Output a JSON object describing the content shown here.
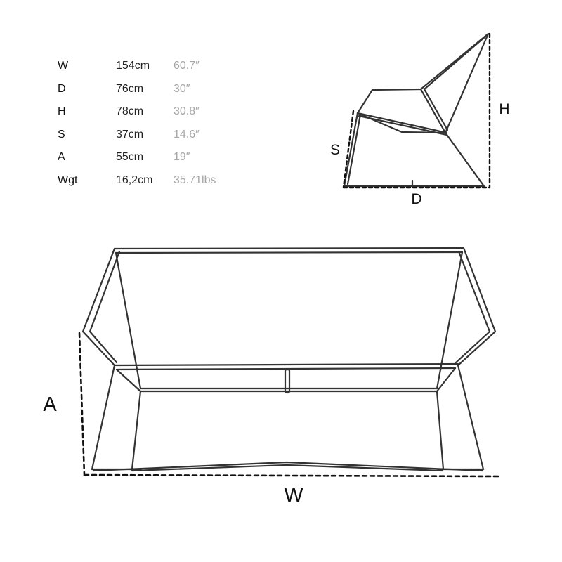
{
  "specs": [
    {
      "label": "W",
      "metric": "154cm",
      "imperial": "60.7″"
    },
    {
      "label": "D",
      "metric": "76cm",
      "imperial": "30″"
    },
    {
      "label": "H",
      "metric": "78cm",
      "imperial": "30.8″"
    },
    {
      "label": "S",
      "metric": "37cm",
      "imperial": "14.6″"
    },
    {
      "label": "A",
      "metric": "55cm",
      "imperial": "19″"
    },
    {
      "label": "Wgt",
      "metric": "16,2cm",
      "imperial": "35.71lbs"
    }
  ],
  "side_view": {
    "height_label": "H",
    "seat_label": "S",
    "depth_label": "D"
  },
  "front_view": {
    "arm_label": "A",
    "width_label": "W"
  },
  "colors": {
    "line": "#333333",
    "dimension": "#111111",
    "imperial_text": "#a6a6a6"
  }
}
